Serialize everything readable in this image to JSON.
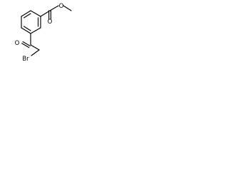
{
  "molecule": {
    "atoms": {
      "carbonyl_oxygen": "O",
      "ester_oxygen": "O",
      "ketone_oxygen": "O",
      "bromine": "Br"
    },
    "colors": {
      "bond": "#000000",
      "label": "#000000",
      "background": "#ffffff"
    }
  }
}
